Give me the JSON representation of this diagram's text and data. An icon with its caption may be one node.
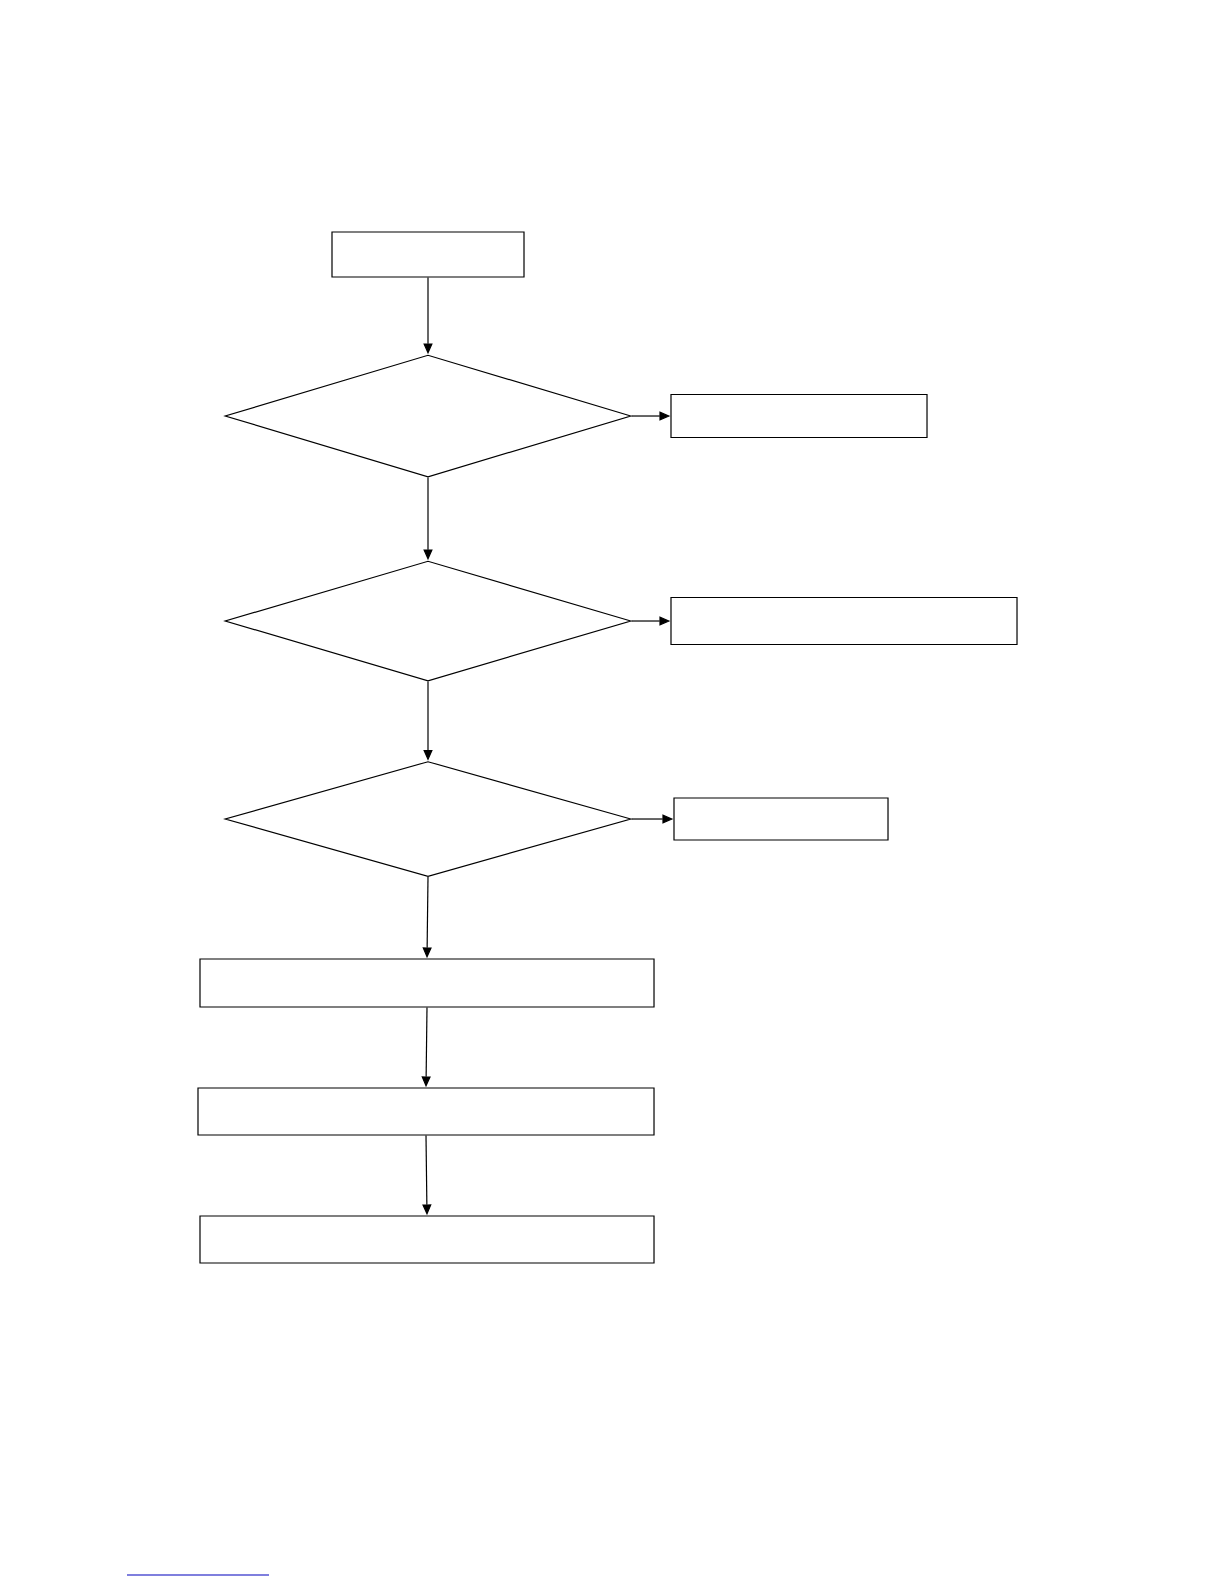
{
  "diagram": {
    "nodes": [
      {
        "text": [],
        "shape": "box"
      },
      {
        "text": [],
        "shape": "diamond"
      },
      {
        "text": [],
        "shape": "box"
      },
      {
        "text": [],
        "shape": "diamond"
      },
      {
        "text": [],
        "shape": "box"
      },
      {
        "text": [],
        "shape": "diamond"
      },
      {
        "text": [],
        "shape": "box"
      },
      {
        "text": [],
        "shape": "box"
      },
      {
        "text": [],
        "shape": "box"
      },
      {
        "text": [],
        "shape": "box"
      }
    ],
    "edges": [
      {
        "from": 0,
        "to": 1,
        "arrow": "to"
      },
      {
        "from": 1,
        "to": 2,
        "arrow": "to"
      },
      {
        "from": 1,
        "to": 3,
        "arrow": "to"
      },
      {
        "from": 3,
        "to": 4,
        "arrow": "to"
      },
      {
        "from": 3,
        "to": 5,
        "arrow": "to"
      },
      {
        "from": 5,
        "to": 6,
        "arrow": "to"
      },
      {
        "from": 5,
        "to": 7,
        "arrow": "to"
      },
      {
        "from": 7,
        "to": 8,
        "arrow": "to"
      },
      {
        "from": 8,
        "to": 9,
        "arrow": "to"
      }
    ]
  }
}
